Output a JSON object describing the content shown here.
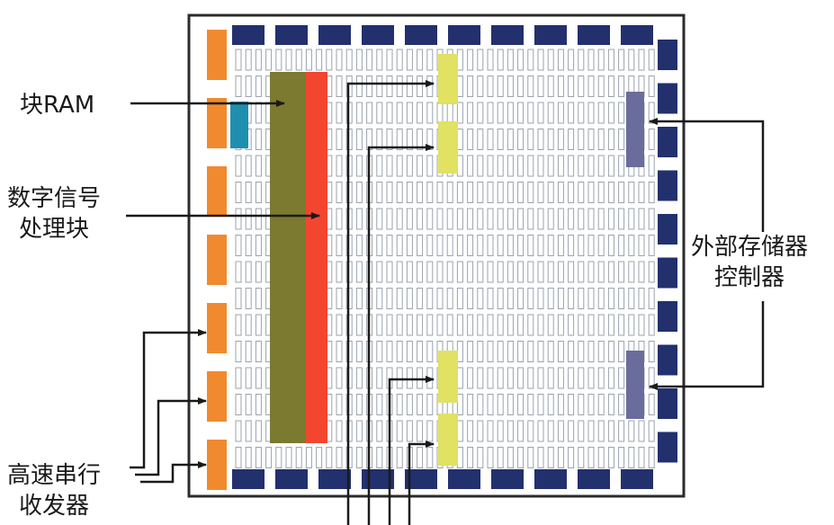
{
  "labels": {
    "block_ram": "块RAM",
    "dsp_line1": "数字信号",
    "dsp_line2": "处理块",
    "memctrl_line1": "外部存储器",
    "memctrl_line2": "控制器",
    "serdes_line1": "高速串行",
    "serdes_line2": "收发器"
  },
  "colors": {
    "chip_border": "#2b2b2b",
    "io_pad": "#22306e",
    "logic_cell": "#9aa3ad",
    "serdes_block": "#f18a2e",
    "accent_block": "#1f8fb0",
    "block_ram": "#7b7a30",
    "dsp": "#f24630",
    "clock_block": "#e1e162",
    "mem_controller": "#6a6c9c",
    "arrow": "#1a1a1a"
  }
}
